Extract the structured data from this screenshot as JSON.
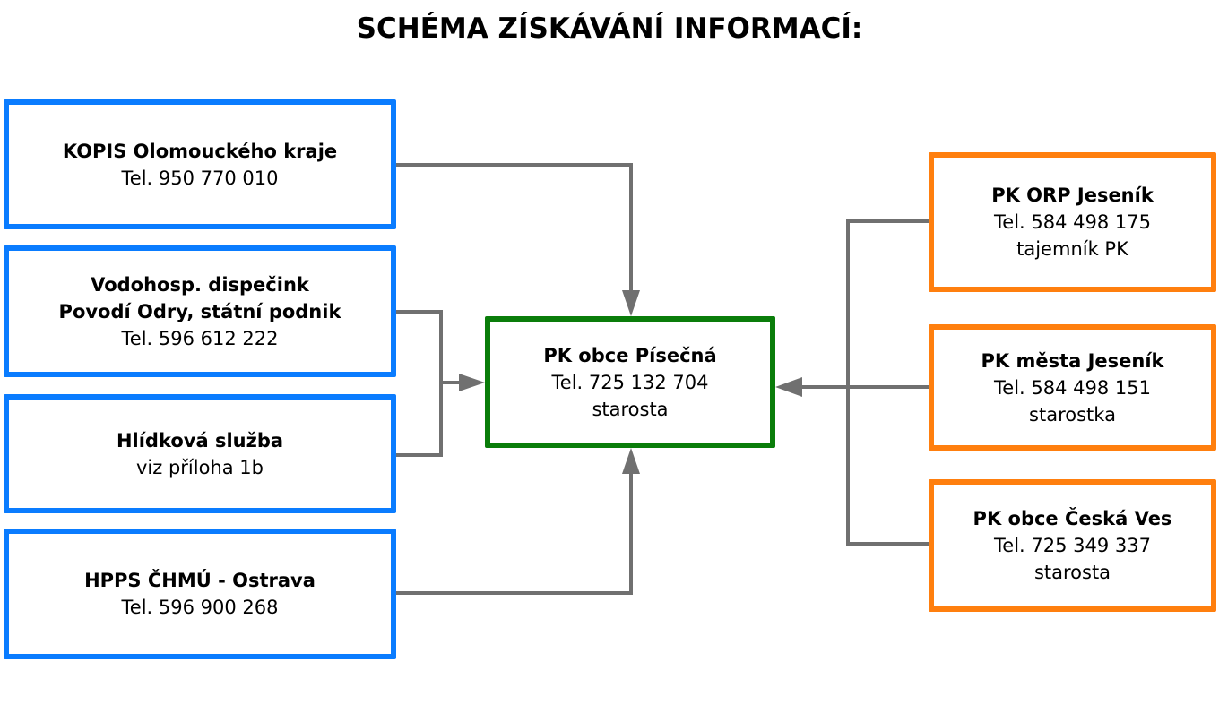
{
  "title": "SCHÉMA ZÍSKÁVÁNÍ INFORMACÍ:",
  "colors": {
    "sources_border": "#0a7cff",
    "center_border": "#0a7d0a",
    "neighbors_border": "#ff7f0e",
    "connector": "#707070"
  },
  "sources": [
    {
      "name": "KOPIS Olomouckého kraje",
      "lines": [
        "Tel. 950 770 010"
      ]
    },
    {
      "name": "Vodohosp. dispečink",
      "name2": "Povodí Odry, státní podnik",
      "lines": [
        "Tel. 596 612 222"
      ]
    },
    {
      "name": "Hlídková služba",
      "lines": [
        "viz příloha 1b"
      ]
    },
    {
      "name": "HPPS ČHMÚ - Ostrava",
      "lines": [
        "Tel. 596 900 268"
      ]
    }
  ],
  "center": {
    "name": "PK obce Písečná",
    "lines": [
      "Tel. 725 132 704",
      "starosta"
    ]
  },
  "neighbors": [
    {
      "name": "PK ORP Jeseník",
      "lines": [
        "Tel. 584 498 175",
        "tajemník PK"
      ]
    },
    {
      "name": "PK města Jeseník",
      "lines": [
        "Tel. 584 498 151",
        "starostka"
      ]
    },
    {
      "name": "PK obce Česká Ves",
      "lines": [
        "Tel. 725 349 337",
        "starosta"
      ]
    }
  ]
}
